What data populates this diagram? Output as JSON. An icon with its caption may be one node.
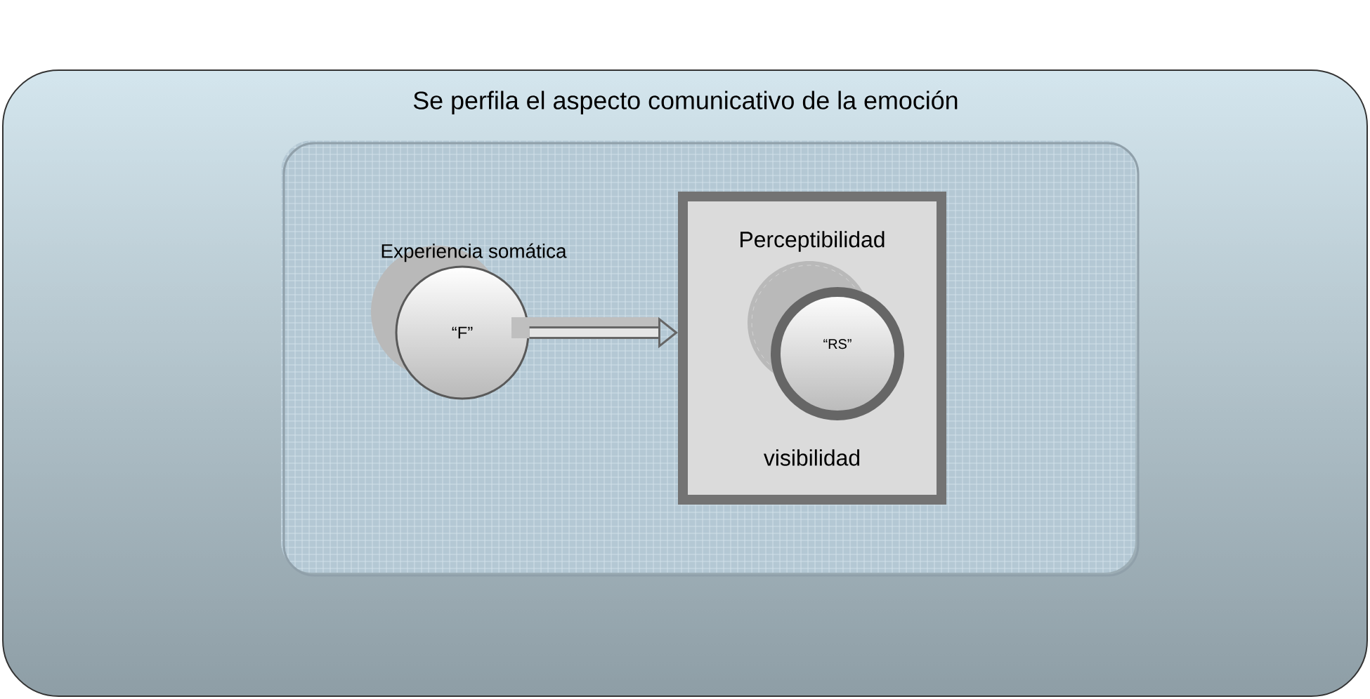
{
  "diagram": {
    "title": "Se perfila el aspecto comunicativo de la emoción",
    "nodes": [
      {
        "text": [],
        "shape": "box"
      },
      {
        "text": [],
        "shape": "box",
        "in": 0
      },
      {
        "text": [
          "Experiencia somática",
          "“F”"
        ],
        "in": 1
      },
      {
        "text": [
          "Perceptibilidad",
          "visibilidad"
        ],
        "in": 1
      },
      {
        "text": [
          "“RS”"
        ],
        "in": 3
      }
    ],
    "edges": [
      {
        "from": 2,
        "to": 3,
        "arrow": "to"
      }
    ]
  }
}
